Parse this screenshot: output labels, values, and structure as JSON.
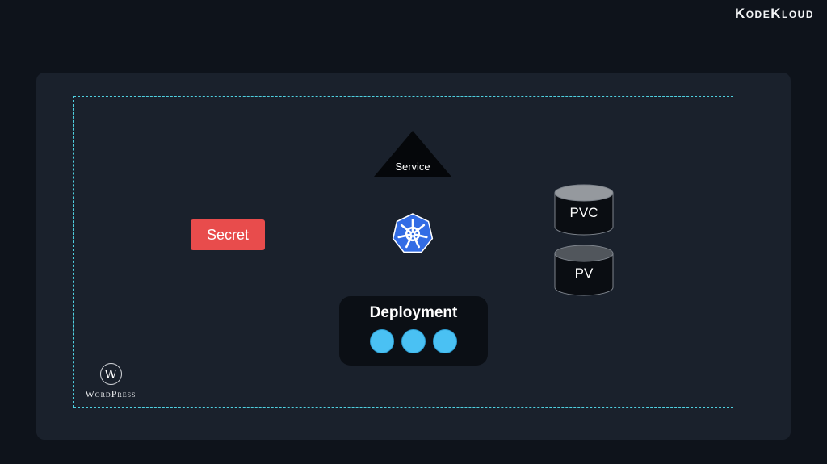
{
  "brand": {
    "logo": "KodeKloud"
  },
  "colors": {
    "background": "#0e131b",
    "panel": "#1a212c",
    "dashed_border": "#4fd0e0",
    "service_triangle": "#05070a",
    "secret_red": "#e84c4c",
    "kubernetes_blue": "#326ce5",
    "deployment_bg": "#0b0f15",
    "pod_blue": "#4ac1f3",
    "pvc_cap_gray": "#95999e",
    "pv_cap_gray": "#51565c"
  },
  "diagram": {
    "service_label": "Service",
    "secret_label": "Secret",
    "kubernetes_icon": "kubernetes-helm-logo",
    "pvc_label": "PVC",
    "pv_label": "PV",
    "deployment_label": "Deployment",
    "pod_count": 3,
    "wordpress_label": "WordPress",
    "wordpress_initial": "W"
  }
}
